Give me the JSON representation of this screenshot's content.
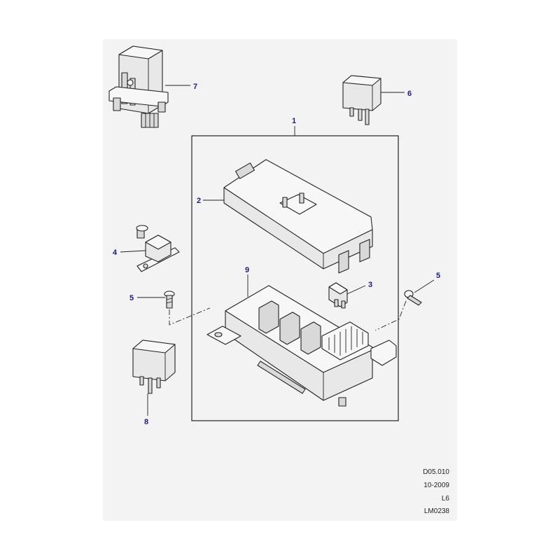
{
  "callouts": {
    "c1": "1",
    "c2": "2",
    "c3": "3",
    "c4": "4",
    "c5a": "5",
    "c5b": "5",
    "c6": "6",
    "c7": "7",
    "c8": "8",
    "c9": "9"
  },
  "reference": {
    "code": "D05.010",
    "date": "10-2009",
    "model": "L6",
    "drawing": "LM0238"
  },
  "colors": {
    "callout": "#1a1a8c",
    "line": "#222222",
    "sheet": "#f3f3f3"
  }
}
